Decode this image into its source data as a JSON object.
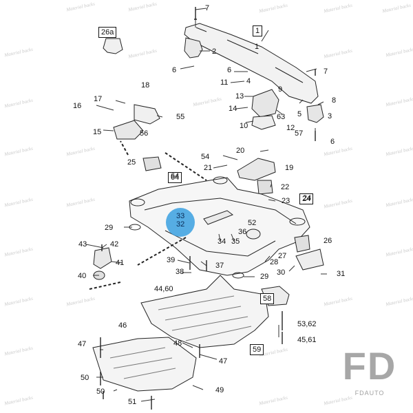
{
  "watermark_text": "Material backs",
  "highlight": {
    "color": "#3aa0e0",
    "labels": [
      "33",
      "32"
    ]
  },
  "logo": {
    "main": "FD",
    "sub": "FDAUTO"
  },
  "callouts": [
    "7",
    "2",
    "6",
    "1",
    "6",
    "7",
    "11",
    "4",
    "9",
    "13",
    "14",
    "10",
    "63",
    "5",
    "3",
    "8",
    "12",
    "57",
    "6",
    "18",
    "17",
    "16",
    "55",
    "15",
    "56",
    "20",
    "54",
    "21",
    "19",
    "25",
    "64",
    "22",
    "23",
    "24",
    "29",
    "33",
    "32",
    "52",
    "36",
    "34",
    "35",
    "26",
    "43",
    "42",
    "41",
    "39",
    "27",
    "28",
    "37",
    "38",
    "40",
    "29",
    "30",
    "31",
    "44,60",
    "58",
    "46",
    "53,62",
    "47",
    "48",
    "45,61",
    "59",
    "47",
    "50",
    "50",
    "49",
    "51"
  ],
  "boxed_callouts": [
    "26a",
    "1",
    "64",
    "24",
    "58",
    "59"
  ]
}
